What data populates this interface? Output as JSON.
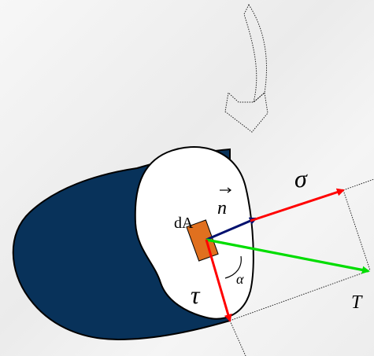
{
  "labels": {
    "area": "dA",
    "normal": "n",
    "sigma": "σ",
    "tau": "τ",
    "traction": "T",
    "angle": "α"
  },
  "colors": {
    "body_fill": "#08325a",
    "section_fill": "#ffffff",
    "element_fill": "#e0701f",
    "sigma_arrow": "#ff0000",
    "tau_arrow": "#ff0000",
    "traction_arrow": "#00dd00",
    "normal_arrow": "#00106e",
    "outline": "#000000"
  },
  "icons": {
    "cut_arrow": "curved-down-arrow-icon"
  }
}
